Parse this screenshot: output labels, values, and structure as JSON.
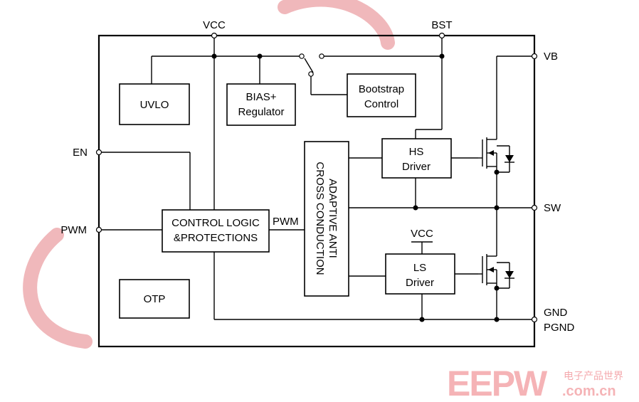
{
  "pins": {
    "vcc": "VCC",
    "bst": "BST",
    "vb": "VB",
    "en": "EN",
    "pwm": "PWM",
    "sw": "SW",
    "gnd": "GND",
    "pgnd": "PGND"
  },
  "blocks": {
    "uvlo": "UVLO",
    "bias_line1": "BIAS+",
    "bias_line2": "Regulator",
    "bootstrap_line1": "Bootstrap",
    "bootstrap_line2": "Control",
    "hs_line1": "HS",
    "hs_line2": "Driver",
    "ls_line1": "LS",
    "ls_line2": "Driver",
    "control_line1": "CONTROL LOGIC",
    "control_line2": "&PROTECTIONS",
    "otp": "OTP",
    "adaptive_line1": "ADAPTIVE ANTI",
    "adaptive_line2": "CROSS CONDUCTION"
  },
  "nets": {
    "pwm_internal": "PWM",
    "ls_vcc": "VCC"
  },
  "watermark": {
    "logo": "EEPW",
    "cn_text": "电子产品世界",
    "domain": ".com.cn",
    "logo_color": "#e3262f"
  }
}
